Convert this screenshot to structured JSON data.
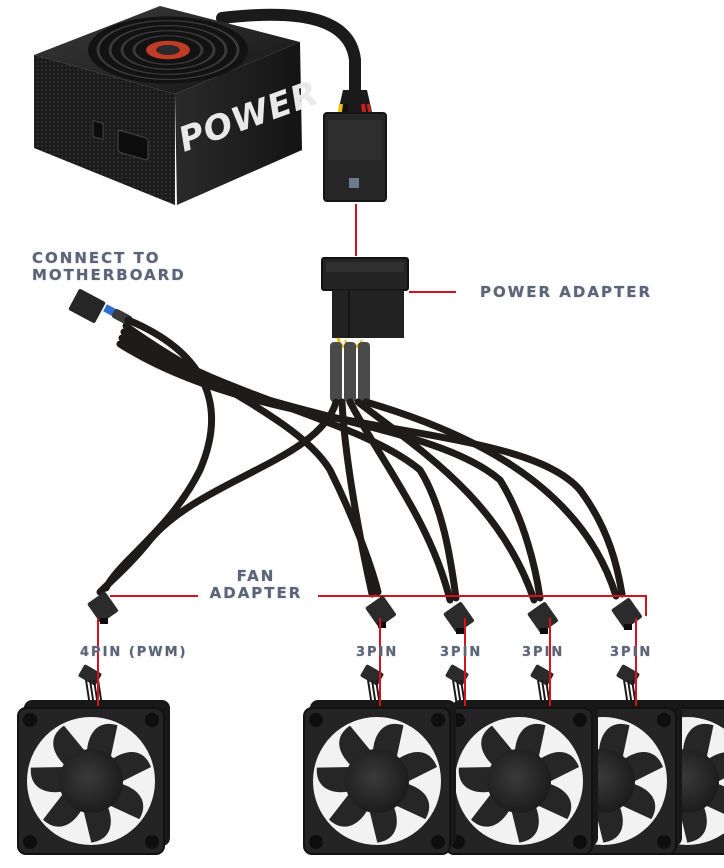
{
  "title": "PSU to multi-fan wiring diagram",
  "colors": {
    "leader_line": "#d4141c",
    "label_text": "#5c6478",
    "cable": "#1e1b1a",
    "connector": "#2b2b2b",
    "fan_body": "#232323",
    "wire_yellow": "#e8c21a",
    "wire_red": "#c8201c",
    "wire_blue": "#2a6fd0",
    "psu_fan_accent": "#e0442a"
  },
  "psu": {
    "brand_text": "POWER"
  },
  "labels": {
    "motherboard": [
      "CONNECT TO",
      "MOTHERBOARD"
    ],
    "power_adapter": "POWER ADAPTER",
    "fan_adapter": [
      "FAN",
      "ADAPTER"
    ]
  },
  "fans": [
    {
      "id": "fan-1",
      "pin_label": "4PIN (PWM)",
      "pins": 4
    },
    {
      "id": "fan-2",
      "pin_label": "3PIN",
      "pins": 3
    },
    {
      "id": "fan-3",
      "pin_label": "3PIN",
      "pins": 3
    },
    {
      "id": "fan-4",
      "pin_label": "3PIN",
      "pins": 3
    },
    {
      "id": "fan-5",
      "pin_label": "3PIN",
      "pins": 3
    }
  ]
}
